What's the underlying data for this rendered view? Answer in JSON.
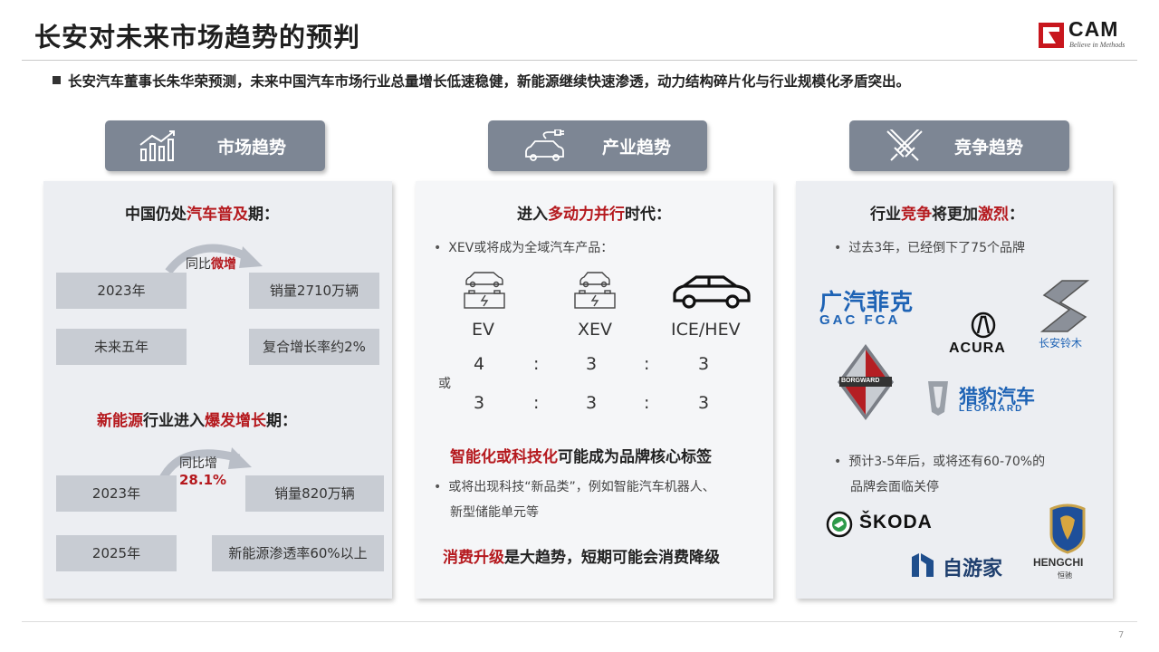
{
  "header": {
    "title": "长安对未来市场趋势的预判",
    "logo_text": "CAM",
    "logo_tagline": "Believe in Methods"
  },
  "summary": "长安汽车董事长朱华荣预测，未来中国汽车市场行业总量增长低速稳健，新能源继续快速渗透，动力结构碎片化与行业规模化矛盾突出。",
  "page_number": "7",
  "market": {
    "tab_label": "市场趋势",
    "section1": {
      "heading_pre": "中国仍处",
      "heading_hl": "汽车普及",
      "heading_post": "期：",
      "arrow_label_pre": "同比",
      "arrow_label_hl": "微增",
      "row1_left": "2023年",
      "row1_right": "销量2710万辆",
      "row2_left": "未来五年",
      "row2_right": "复合增长率约2%"
    },
    "section2": {
      "heading_hl1": "新能源",
      "heading_mid": "行业进入",
      "heading_hl2": "爆发增长",
      "heading_post": "期：",
      "arrow_label": "同比增",
      "arrow_value": "28.1%",
      "row1_left": "2023年",
      "row1_right": "销量820万辆",
      "row2_left": "2025年",
      "row2_right": "新能源渗透率60%以上"
    }
  },
  "industry": {
    "tab_label": "产业趋势",
    "heading_pre": "进入",
    "heading_hl": "多动力并行",
    "heading_post": "时代：",
    "bullet1": "XEV或将成为全域汽车产品：",
    "types": [
      "EV",
      "XEV",
      "ICE/HEV"
    ],
    "or_label": "或",
    "ratio1": [
      "4",
      "3",
      "3"
    ],
    "ratio2": [
      "3",
      "3",
      "3"
    ],
    "colon": ":",
    "tagline_hl": "智能化或科技化",
    "tagline_post": "可能成为品牌核心标签",
    "bullet2_line1": "或将出现科技“新品类”，例如智能汽车机器人、",
    "bullet2_line2": "新型储能单元等",
    "consume_hl": "消费升级",
    "consume_post": "是大趋势，短期可能会消费降级"
  },
  "competition": {
    "tab_label": "竞争趋势",
    "heading_pre": "行业",
    "heading_hl1": "竞争",
    "heading_mid": "将更加",
    "heading_hl2": "激烈",
    "heading_post": "：",
    "bullet1": "过去3年，已经倒下了75个品牌",
    "bullet2_line1": "预计3-5年后，或将还有60-70%的",
    "bullet2_line2": "品牌会面临关停",
    "brands": {
      "gac_cn": "广汽菲克",
      "gac_en": "GAC FCA",
      "acura": "ACURA",
      "suzuki": "长安铃木",
      "borgward": "BORGWARD",
      "leopaard_cn": "猎豹汽车",
      "leopaard_en": "LEOPAARD",
      "skoda": "ŠKODA",
      "zyj": "自游家",
      "hengchi_en": "HENGCHI",
      "hengchi_cn": "恒驰"
    }
  },
  "colors": {
    "accent_red": "#b5191e",
    "tab_grey": "#7d8694",
    "panel_bg": "#eceef2",
    "box_grey": "#c8ccd3"
  }
}
